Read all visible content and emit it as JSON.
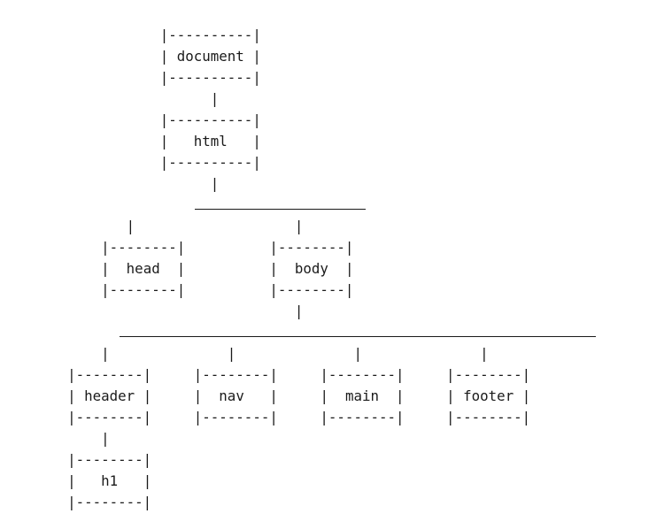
{
  "nodes": {
    "document": "document",
    "html": "html",
    "head": "head",
    "body": "body",
    "header": "header",
    "nav": "nav",
    "main": "main",
    "footer": "footer",
    "h1": "h1"
  }
}
